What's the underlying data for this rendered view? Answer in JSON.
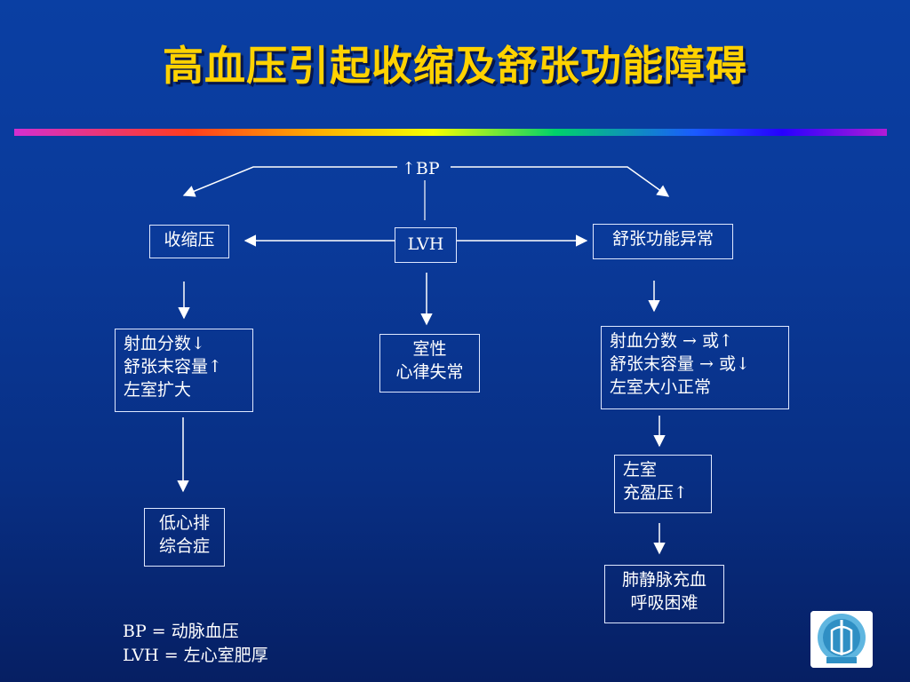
{
  "slide": {
    "title": "高血压引起收缩及舒张功能障碍"
  },
  "diagram": {
    "top": "↑BP",
    "lvh": "LVH",
    "systolic": "收缩压",
    "diastolic": "舒张功能异常",
    "systolic_effects": [
      "射血分数↓",
      "舒张末容量↑",
      "左室扩大"
    ],
    "arrhythmia": [
      "室性",
      "心律失常"
    ],
    "diastolic_effects": [
      "射血分数 → 或↑",
      "舒张末容量 → 或↓",
      "左室大小正常"
    ],
    "low_output": [
      "低心排",
      "综合症"
    ],
    "filling_pressure": [
      "左室",
      "充盈压↑"
    ],
    "pulmonary": [
      "肺静脉充血",
      "呼吸困难"
    ]
  },
  "legend": {
    "bp": "BP = 动脉血压",
    "lvh": "LVH = 左心室肥厚"
  },
  "colors": {
    "title": "#ffd200",
    "background": "#0a3a9a",
    "box_border": "#dfe8ff"
  },
  "icons": {
    "logo": "hospital-logo-icon"
  }
}
